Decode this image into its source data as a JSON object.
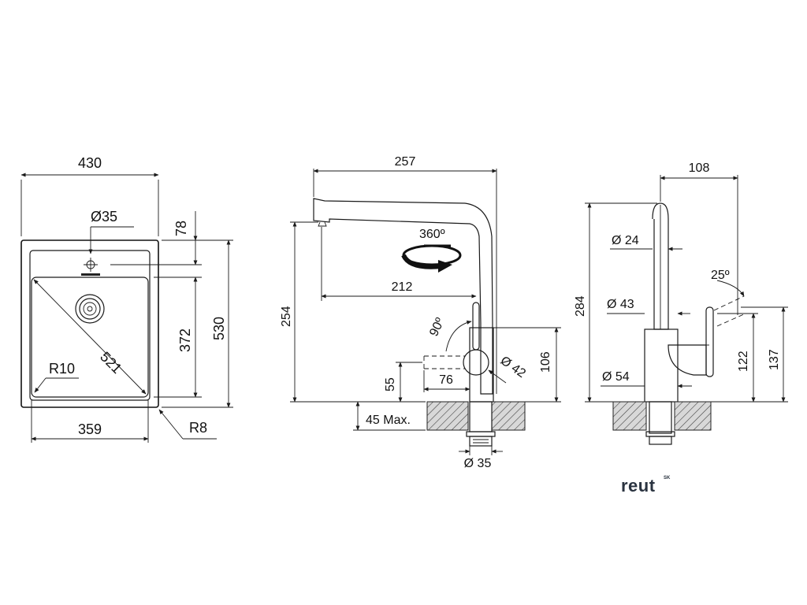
{
  "sink": {
    "width": "430",
    "inner_width": "359",
    "diagonal": "521",
    "tap_hole": "Ø35",
    "tap_offset": "78",
    "bowl_depth": "372",
    "height": "530",
    "inner_radius": "R10",
    "outer_radius": "R8"
  },
  "tap_side": {
    "reach": "257",
    "spout_reach": "212",
    "rotation": "360º",
    "lever_angle": "90º",
    "spout_height": "254",
    "body_height": "106",
    "lever_height": "55",
    "lever_length": "76",
    "lever_diameter": "Ø 42",
    "max_thickness": "45 Max.",
    "base_diameter": "Ø 35"
  },
  "tap_front": {
    "head_offset": "108",
    "stem_diameter": "Ø 24",
    "total_height": "284",
    "lever_angle": "25º",
    "body_diameter": "Ø 43",
    "lever_height": "122",
    "lever_top": "137",
    "base_diameter": "Ø 54"
  },
  "brand": {
    "name": "reut",
    "suffix": "SK"
  }
}
